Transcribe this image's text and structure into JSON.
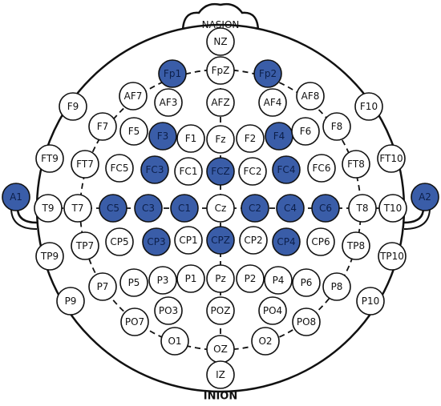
{
  "landmarks": {
    "nasion": "NASION",
    "inion": "INION"
  },
  "colors": {
    "highlight": "#3a5da8",
    "ring": "#111111",
    "label_on_highlight": "#0c1f4a",
    "label_default": "#111111"
  },
  "electrodes": [
    {
      "name": "NZ",
      "highlighted": false
    },
    {
      "name": "FpZ",
      "highlighted": false
    },
    {
      "name": "Fp1",
      "highlighted": true
    },
    {
      "name": "Fp2",
      "highlighted": true
    },
    {
      "name": "AF7",
      "highlighted": false
    },
    {
      "name": "AF3",
      "highlighted": false
    },
    {
      "name": "AFZ",
      "highlighted": false
    },
    {
      "name": "AF4",
      "highlighted": false
    },
    {
      "name": "AF8",
      "highlighted": false
    },
    {
      "name": "F9",
      "highlighted": false
    },
    {
      "name": "F7",
      "highlighted": false
    },
    {
      "name": "F5",
      "highlighted": false
    },
    {
      "name": "F3",
      "highlighted": true
    },
    {
      "name": "F1",
      "highlighted": false
    },
    {
      "name": "Fz",
      "highlighted": false
    },
    {
      "name": "F2",
      "highlighted": false
    },
    {
      "name": "F4",
      "highlighted": true
    },
    {
      "name": "F6",
      "highlighted": false
    },
    {
      "name": "F8",
      "highlighted": false
    },
    {
      "name": "F10",
      "highlighted": false
    },
    {
      "name": "FT9",
      "highlighted": false
    },
    {
      "name": "FT7",
      "highlighted": false
    },
    {
      "name": "FC5",
      "highlighted": false
    },
    {
      "name": "FC3",
      "highlighted": true
    },
    {
      "name": "FC1",
      "highlighted": false
    },
    {
      "name": "FCZ",
      "highlighted": true
    },
    {
      "name": "FC2",
      "highlighted": false
    },
    {
      "name": "FC4",
      "highlighted": true
    },
    {
      "name": "FC6",
      "highlighted": false
    },
    {
      "name": "FT8",
      "highlighted": false
    },
    {
      "name": "FT10",
      "highlighted": false
    },
    {
      "name": "A1",
      "highlighted": true
    },
    {
      "name": "T9",
      "highlighted": false
    },
    {
      "name": "T7",
      "highlighted": false
    },
    {
      "name": "C5",
      "highlighted": true
    },
    {
      "name": "C3",
      "highlighted": true
    },
    {
      "name": "C1",
      "highlighted": true
    },
    {
      "name": "Cz",
      "highlighted": false
    },
    {
      "name": "C2",
      "highlighted": true
    },
    {
      "name": "C4",
      "highlighted": true
    },
    {
      "name": "C6",
      "highlighted": true
    },
    {
      "name": "T8",
      "highlighted": false
    },
    {
      "name": "T10",
      "highlighted": false
    },
    {
      "name": "A2",
      "highlighted": true
    },
    {
      "name": "TP9",
      "highlighted": false
    },
    {
      "name": "TP7",
      "highlighted": false
    },
    {
      "name": "CP5",
      "highlighted": false
    },
    {
      "name": "CP3",
      "highlighted": true
    },
    {
      "name": "CP1",
      "highlighted": false
    },
    {
      "name": "CPZ",
      "highlighted": true
    },
    {
      "name": "CP2",
      "highlighted": false
    },
    {
      "name": "CP4",
      "highlighted": true
    },
    {
      "name": "CP6",
      "highlighted": false
    },
    {
      "name": "TP8",
      "highlighted": false
    },
    {
      "name": "TP10",
      "highlighted": false
    },
    {
      "name": "P9",
      "highlighted": false
    },
    {
      "name": "P7",
      "highlighted": false
    },
    {
      "name": "P5",
      "highlighted": false
    },
    {
      "name": "P3",
      "highlighted": false
    },
    {
      "name": "P1",
      "highlighted": false
    },
    {
      "name": "Pz",
      "highlighted": false
    },
    {
      "name": "P2",
      "highlighted": false
    },
    {
      "name": "P4",
      "highlighted": false
    },
    {
      "name": "P6",
      "highlighted": false
    },
    {
      "name": "P8",
      "highlighted": false
    },
    {
      "name": "P10",
      "highlighted": false
    },
    {
      "name": "PO7",
      "highlighted": false
    },
    {
      "name": "PO3",
      "highlighted": false
    },
    {
      "name": "POZ",
      "highlighted": false
    },
    {
      "name": "PO4",
      "highlighted": false
    },
    {
      "name": "PO8",
      "highlighted": false
    },
    {
      "name": "O1",
      "highlighted": false
    },
    {
      "name": "OZ",
      "highlighted": false
    },
    {
      "name": "O2",
      "highlighted": false
    },
    {
      "name": "IZ",
      "highlighted": false
    }
  ]
}
